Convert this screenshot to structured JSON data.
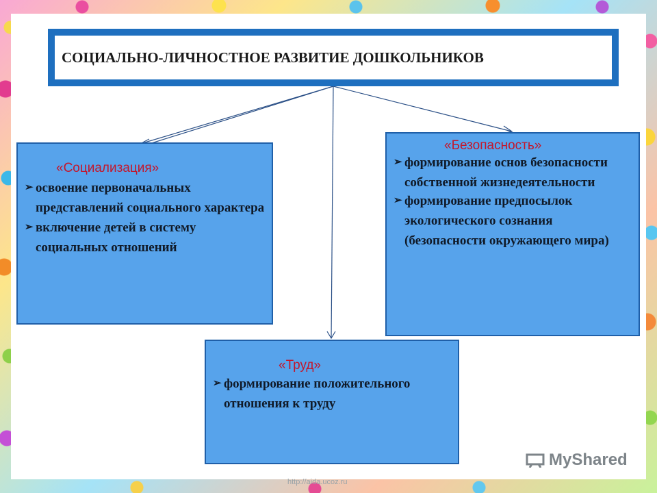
{
  "title": "СОЦИАЛЬНО-ЛИЧНОСТНОЕ  РАЗВИТИЕ ДОШКОЛЬНИКОВ",
  "boxes": {
    "socialization": {
      "heading": "«Социализация»",
      "items": [
        "освоение первоначальных представлений социального характера",
        "включение детей в систему социальных отношений"
      ]
    },
    "safety": {
      "heading": "«Безопасность»",
      "items": [
        "формирование основ безопасности собственной жизнедеятельности",
        "формирование предпосылок экологического сознания (безопасности окружающего мира)"
      ]
    },
    "labor": {
      "heading": "«Труд»",
      "items": [
        "формирование положительного отношения к труду"
      ]
    }
  },
  "bullet_glyph": "➢",
  "footer": {
    "url": "http://aida.ucoz.ru",
    "logo_text": "MyShared"
  },
  "colors": {
    "title_border": "#1e6fbf",
    "box_fill": "#57a3eb",
    "heading_red": "#c4162b"
  }
}
